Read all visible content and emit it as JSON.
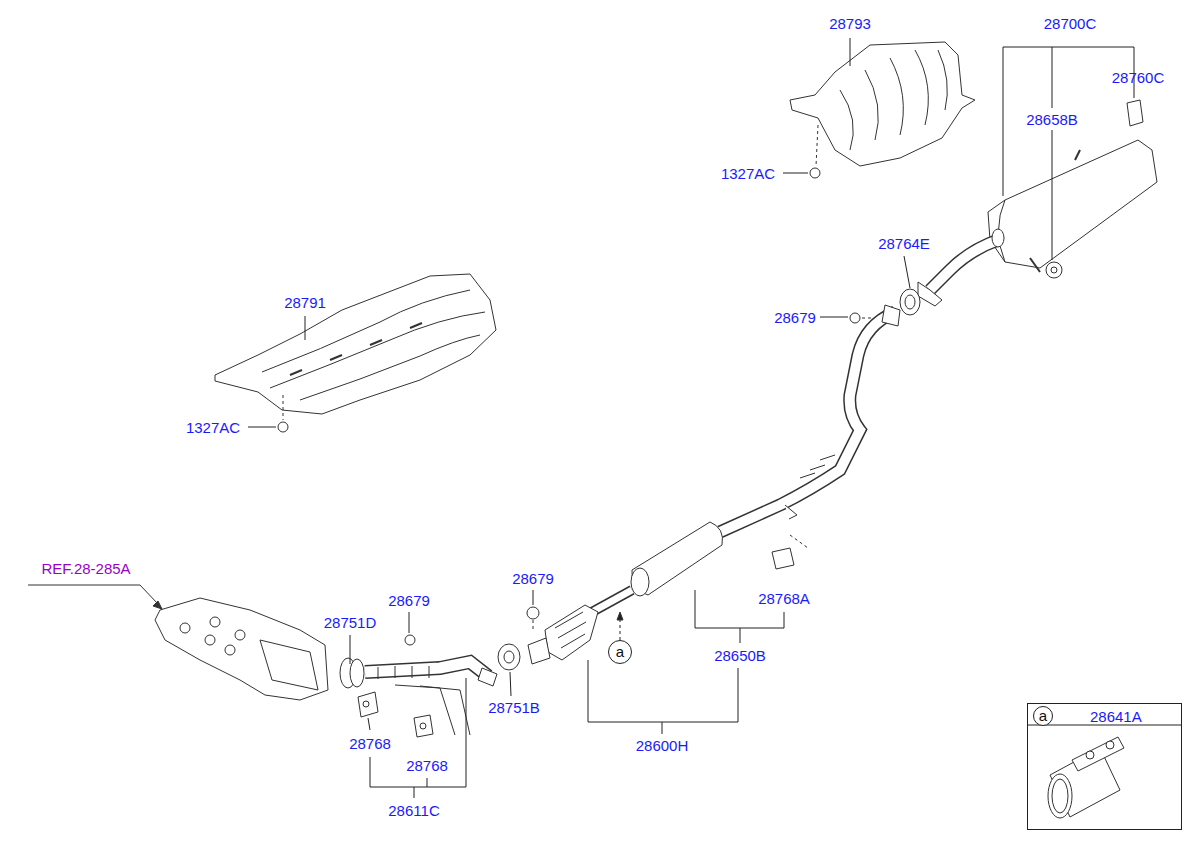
{
  "diagram": {
    "nodes": [
      {
        "text": [
          "a"
        ]
      },
      {
        "text": [
          "28641A"
        ]
      },
      {
        "text": [
          "a"
        ],
        "in": 1
      }
    ],
    "labels": [
      "28793",
      "28700C",
      "28760C",
      "28658B",
      "1327AC",
      "28764E",
      "28679",
      "28791",
      "1327AC",
      "REF.28-285A",
      "28679",
      "28751D",
      "28679",
      "28768A",
      "28650B",
      "28751B",
      "28768",
      "28768",
      "28600H",
      "28611C"
    ]
  }
}
